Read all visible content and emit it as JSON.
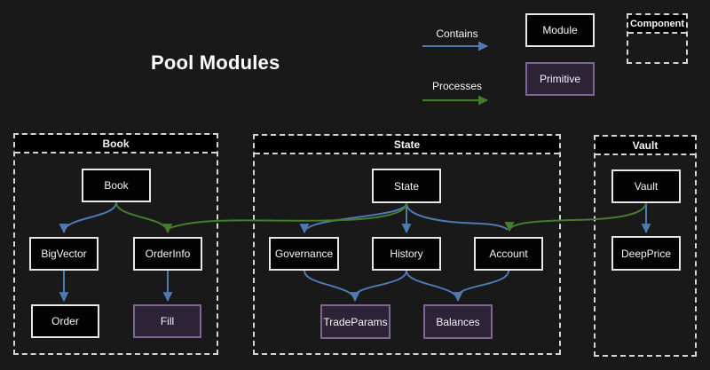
{
  "title": "Pool Modules",
  "legend": {
    "contains_label": "Contains",
    "processes_label": "Processes",
    "module_label": "Module",
    "primitive_label": "Primitive",
    "component_label": "Component"
  },
  "groups": {
    "book": "Book",
    "state": "State",
    "vault": "Vault"
  },
  "nodes": {
    "book": "Book",
    "bigvector": "BigVector",
    "orderinfo": "OrderInfo",
    "order": "Order",
    "fill": "Fill",
    "state": "State",
    "governance": "Governance",
    "history": "History",
    "account": "Account",
    "tradeparams": "TradeParams",
    "balances": "Balances",
    "vault": "Vault",
    "deepprice": "DeepPrice"
  },
  "edges": [
    {
      "from": "Book",
      "to": "BigVector",
      "type": "contains"
    },
    {
      "from": "Book",
      "to": "OrderInfo",
      "type": "processes"
    },
    {
      "from": "BigVector",
      "to": "Order",
      "type": "contains"
    },
    {
      "from": "OrderInfo",
      "to": "Fill",
      "type": "contains"
    },
    {
      "from": "State",
      "to": "Governance",
      "type": "contains"
    },
    {
      "from": "State",
      "to": "History",
      "type": "contains"
    },
    {
      "from": "State",
      "to": "Account",
      "type": "contains"
    },
    {
      "from": "Governance",
      "to": "TradeParams",
      "type": "contains"
    },
    {
      "from": "History",
      "to": "TradeParams",
      "type": "contains"
    },
    {
      "from": "History",
      "to": "Balances",
      "type": "contains"
    },
    {
      "from": "Account",
      "to": "Balances",
      "type": "contains"
    },
    {
      "from": "Vault",
      "to": "DeepPrice",
      "type": "contains"
    },
    {
      "from": "State",
      "to": "OrderInfo",
      "type": "processes"
    },
    {
      "from": "Vault",
      "to": "Account",
      "type": "processes"
    }
  ],
  "colors": {
    "background": "#191919",
    "contains_blue": "#4e79b2",
    "processes_green": "#457c2e",
    "node_fill": "#030303",
    "node_border": "#e9e9e9",
    "primitive_fill": "#2c2337",
    "primitive_border": "#7f6596",
    "container_border": "#d4d4d4",
    "text": "#f5f5f5"
  }
}
